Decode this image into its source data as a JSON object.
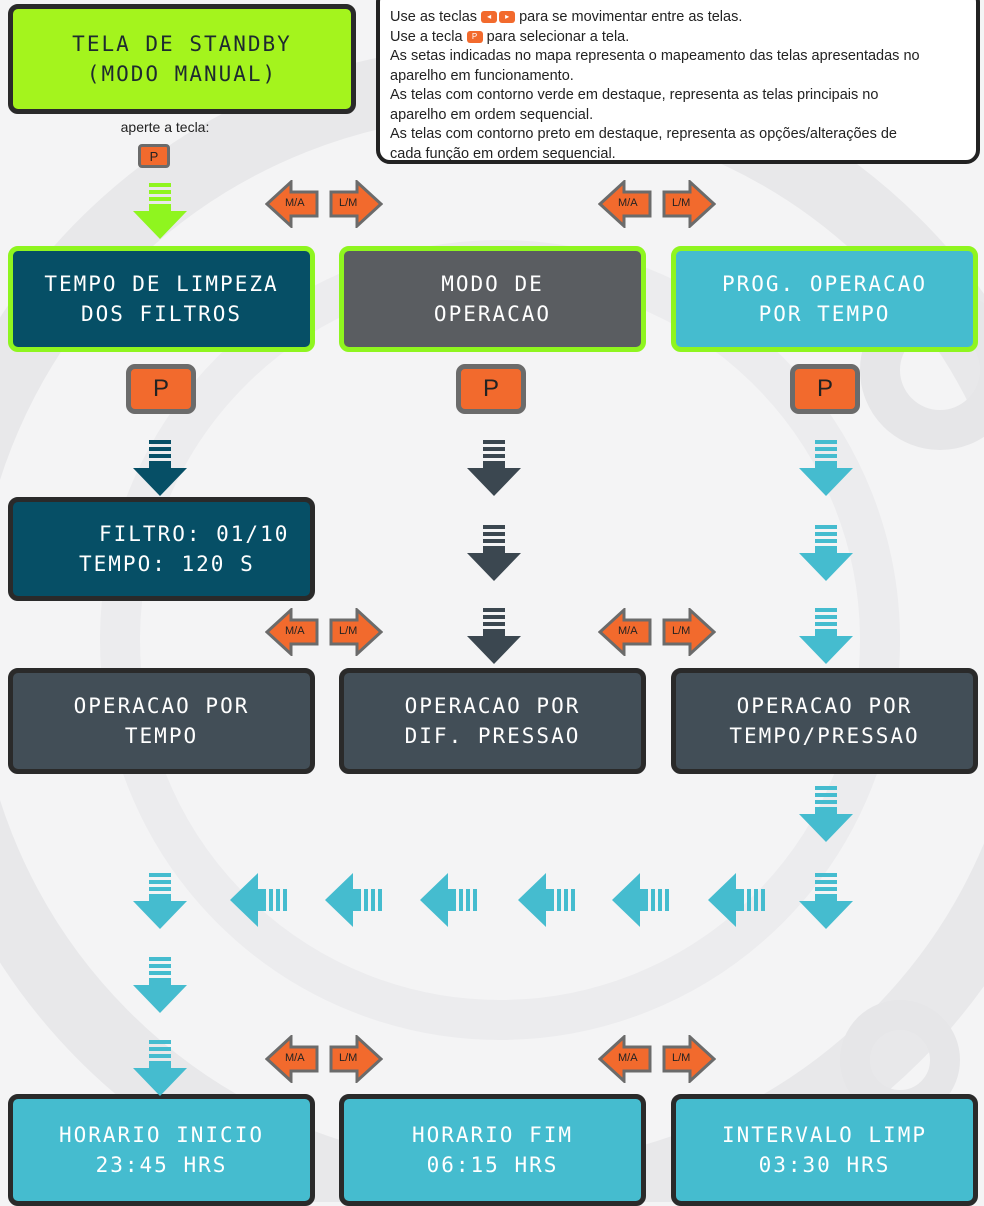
{
  "info_box": {
    "line1_before": "Use as teclas",
    "line1_after": "para se movimentar entre as telas.",
    "line2_before": "Use a tecla",
    "line2_after": "para selecionar a tela.",
    "line3": "As setas indicadas no mapa representa o mapeamento das telas apresentadas no",
    "line4": "aparelho em funcionamento.",
    "line5": "As telas com contorno verde em destaque, representa as telas principais no",
    "line6": "aparelho em ordem sequencial.",
    "line7": "As telas com contorno preto em destaque, representa as opções/alterações de",
    "line8": "cada função em ordem sequencial."
  },
  "keys": {
    "ma": "M/A",
    "lm": "L/M",
    "p": "P"
  },
  "standby": {
    "line1": "TELA DE STANDBY",
    "line2": "(MODO MANUAL)"
  },
  "hint": "aperte a tecla:",
  "screens": {
    "limpeza": {
      "line1": "TEMPO DE LIMPEZA",
      "line2": "DOS FILTROS"
    },
    "modo": {
      "line1": "MODO DE",
      "line2": "OPERACAO"
    },
    "prog": {
      "line1": "PROG. OPERACAO",
      "line2": "POR TEMPO"
    },
    "filtro": {
      "line1": "FILTRO: 01/10",
      "line2": "TEMPO: 120 S"
    },
    "op_tempo": {
      "line1": "OPERACAO POR",
      "line2": "TEMPO"
    },
    "op_dif": {
      "line1": "OPERACAO POR",
      "line2": "DIF. PRESSAO"
    },
    "op_tp": {
      "line1": "OPERACAO POR",
      "line2": "TEMPO/PRESSAO"
    },
    "inicio": {
      "line1": "HORARIO INICIO",
      "line2": "23:45 HRS"
    },
    "fim": {
      "line1": "HORARIO FIM",
      "line2": "06:15 HRS"
    },
    "intervalo": {
      "line1": "INTERVALO LIMP",
      "line2": "03:30 HRS"
    }
  },
  "colors": {
    "lime": "#a4f41d",
    "green_border": "#8ff51f",
    "dark_teal": "#064f66",
    "gray": "#5a5d61",
    "cyan": "#45bccf",
    "slate": "#424e57",
    "orange_key": "#f26a2d",
    "arrow_dark": "#064f66",
    "arrow_slate": "#3b4750"
  }
}
